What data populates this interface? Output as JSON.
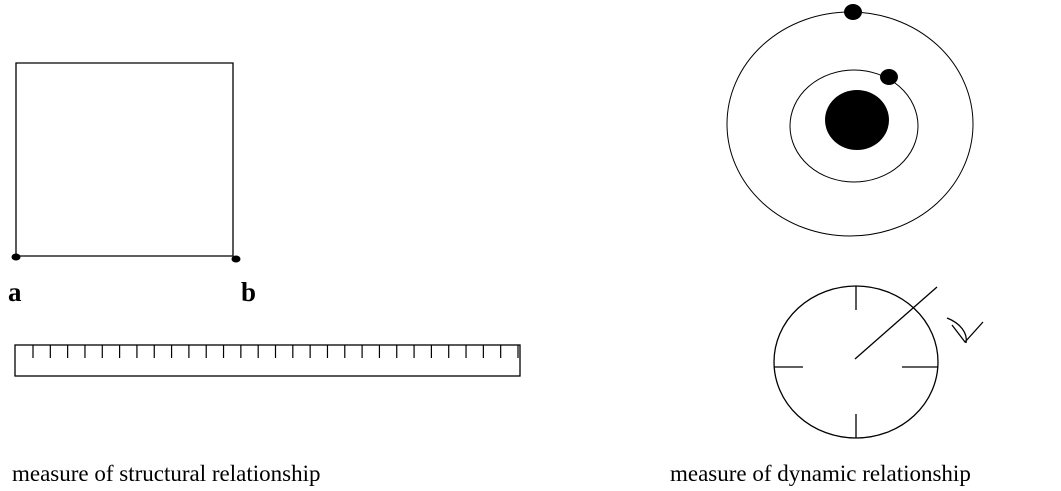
{
  "structural": {
    "point_a_label": "a",
    "point_b_label": "b",
    "caption": "measure of structural relationship",
    "ruler_tick_count": 29
  },
  "dynamic": {
    "caption": "measure of dynamic relationship"
  },
  "colors": {
    "stroke": "#000000",
    "background": "#ffffff"
  }
}
